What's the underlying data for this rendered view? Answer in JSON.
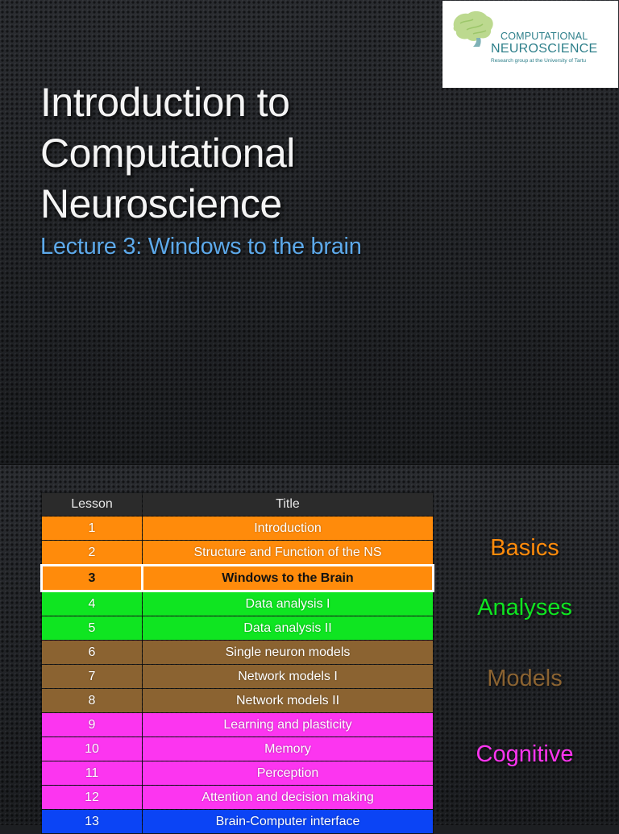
{
  "logo": {
    "line1": "COMPUTATIONAL",
    "line2": "NEUROSCIENCE",
    "line3": "Research group at the University of Tartu"
  },
  "title": {
    "lines": [
      "Introduction to",
      "Computational",
      "Neuroscience"
    ],
    "subtitle": "Lecture 3: Windows to the brain"
  },
  "table": {
    "headers": {
      "lesson": "Lesson",
      "title": "Title"
    },
    "rows": [
      {
        "lesson": "1",
        "title": "Introduction",
        "group": "basics"
      },
      {
        "lesson": "2",
        "title": "Structure and Function of the NS",
        "group": "basics"
      },
      {
        "lesson": "3",
        "title": "Windows to the Brain",
        "group": "basics",
        "current": true
      },
      {
        "lesson": "4",
        "title": "Data analysis I",
        "group": "analyses"
      },
      {
        "lesson": "5",
        "title": "Data analysis II",
        "group": "analyses"
      },
      {
        "lesson": "6",
        "title": "Single neuron models",
        "group": "models"
      },
      {
        "lesson": "7",
        "title": "Network models I",
        "group": "models"
      },
      {
        "lesson": "8",
        "title": "Network models II",
        "group": "models"
      },
      {
        "lesson": "9",
        "title": "Learning and plasticity",
        "group": "cognitive"
      },
      {
        "lesson": "10",
        "title": "Memory",
        "group": "cognitive"
      },
      {
        "lesson": "11",
        "title": "Perception",
        "group": "cognitive"
      },
      {
        "lesson": "12",
        "title": "Attention and decision making",
        "group": "cognitive"
      },
      {
        "lesson": "13",
        "title": "Brain-Computer interface",
        "group": "bci"
      }
    ]
  },
  "categories": {
    "basics": {
      "label": "Basics",
      "color": "#ff8b0b"
    },
    "analyses": {
      "label": "Analyses",
      "color": "#0fe521"
    },
    "models": {
      "label": "Models",
      "color": "#8b6331"
    },
    "cognitive": {
      "label": "Cognitive",
      "color": "#fc35f0"
    }
  }
}
